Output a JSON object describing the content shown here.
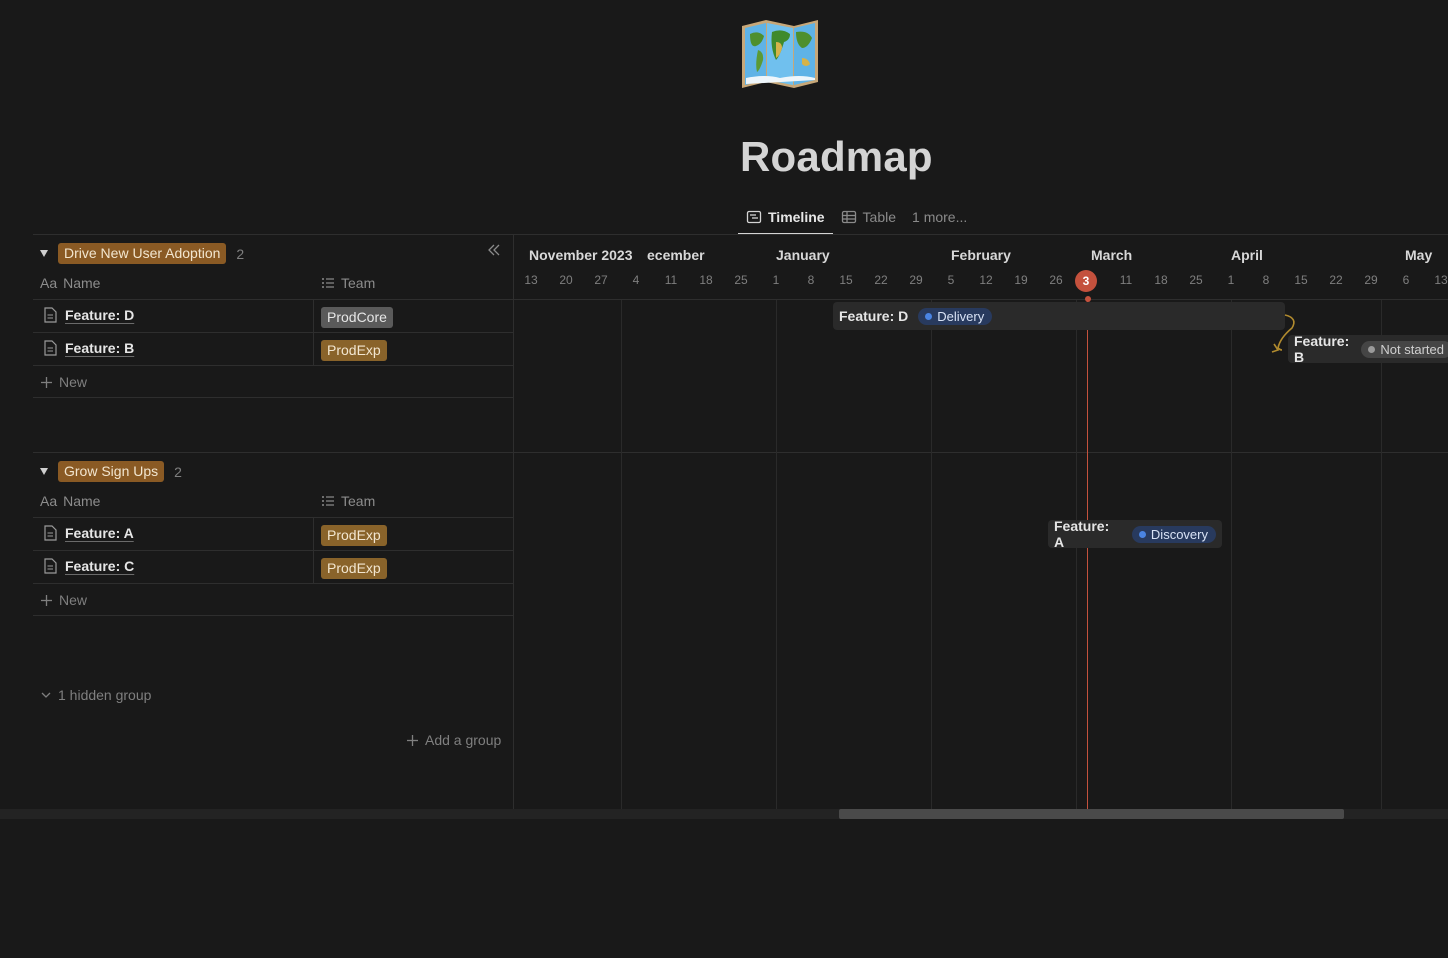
{
  "page": {
    "title": "Roadmap",
    "icon": "world-map-icon"
  },
  "tabs": [
    {
      "label": "Timeline",
      "icon": "timeline-icon",
      "active": true
    },
    {
      "label": "Table",
      "icon": "table-icon",
      "active": false
    },
    {
      "label": "1 more...",
      "active": false
    }
  ],
  "columns": {
    "name_icon_text": "Aa",
    "name": "Name",
    "team": "Team"
  },
  "groups": [
    {
      "label": "Drive New User Adoption",
      "count": "2",
      "color": "#8a5a24",
      "rows": [
        {
          "name": "Feature: D",
          "team": "ProdCore",
          "team_color": "#5a5a5a"
        },
        {
          "name": "Feature: B",
          "team": "ProdExp",
          "team_color": "#89632a"
        }
      ],
      "new_label": "New"
    },
    {
      "label": "Grow Sign Ups",
      "count": "2",
      "color": "#8a5a24",
      "rows": [
        {
          "name": "Feature: A",
          "team": "ProdExp",
          "team_color": "#89632a"
        },
        {
          "name": "Feature: C",
          "team": "ProdExp",
          "team_color": "#89632a"
        }
      ],
      "new_label": "New"
    }
  ],
  "hidden_groups": "1 hidden group",
  "add_group": "Add a group",
  "timeline": {
    "months": [
      "November 2023",
      "ecember",
      "January",
      "February",
      "March",
      "April",
      "May"
    ],
    "days": [
      "13",
      "20",
      "27",
      "4",
      "11",
      "18",
      "25",
      "1",
      "8",
      "15",
      "22",
      "29",
      "5",
      "12",
      "19",
      "26",
      "3",
      "11",
      "18",
      "25",
      "1",
      "8",
      "15",
      "22",
      "29",
      "6",
      "13"
    ],
    "today": "3",
    "bars": [
      {
        "name": "Feature: D",
        "status": "Delivery",
        "status_color": "#4a84e3"
      },
      {
        "name": "Feature: B",
        "status": "Not started",
        "status_color": "#9a9a9a"
      },
      {
        "name": "Feature: A",
        "status": "Discovery",
        "status_color": "#4a84e3"
      }
    ],
    "dependency_color": "#b08a2e",
    "today_color": "#c4513d"
  }
}
